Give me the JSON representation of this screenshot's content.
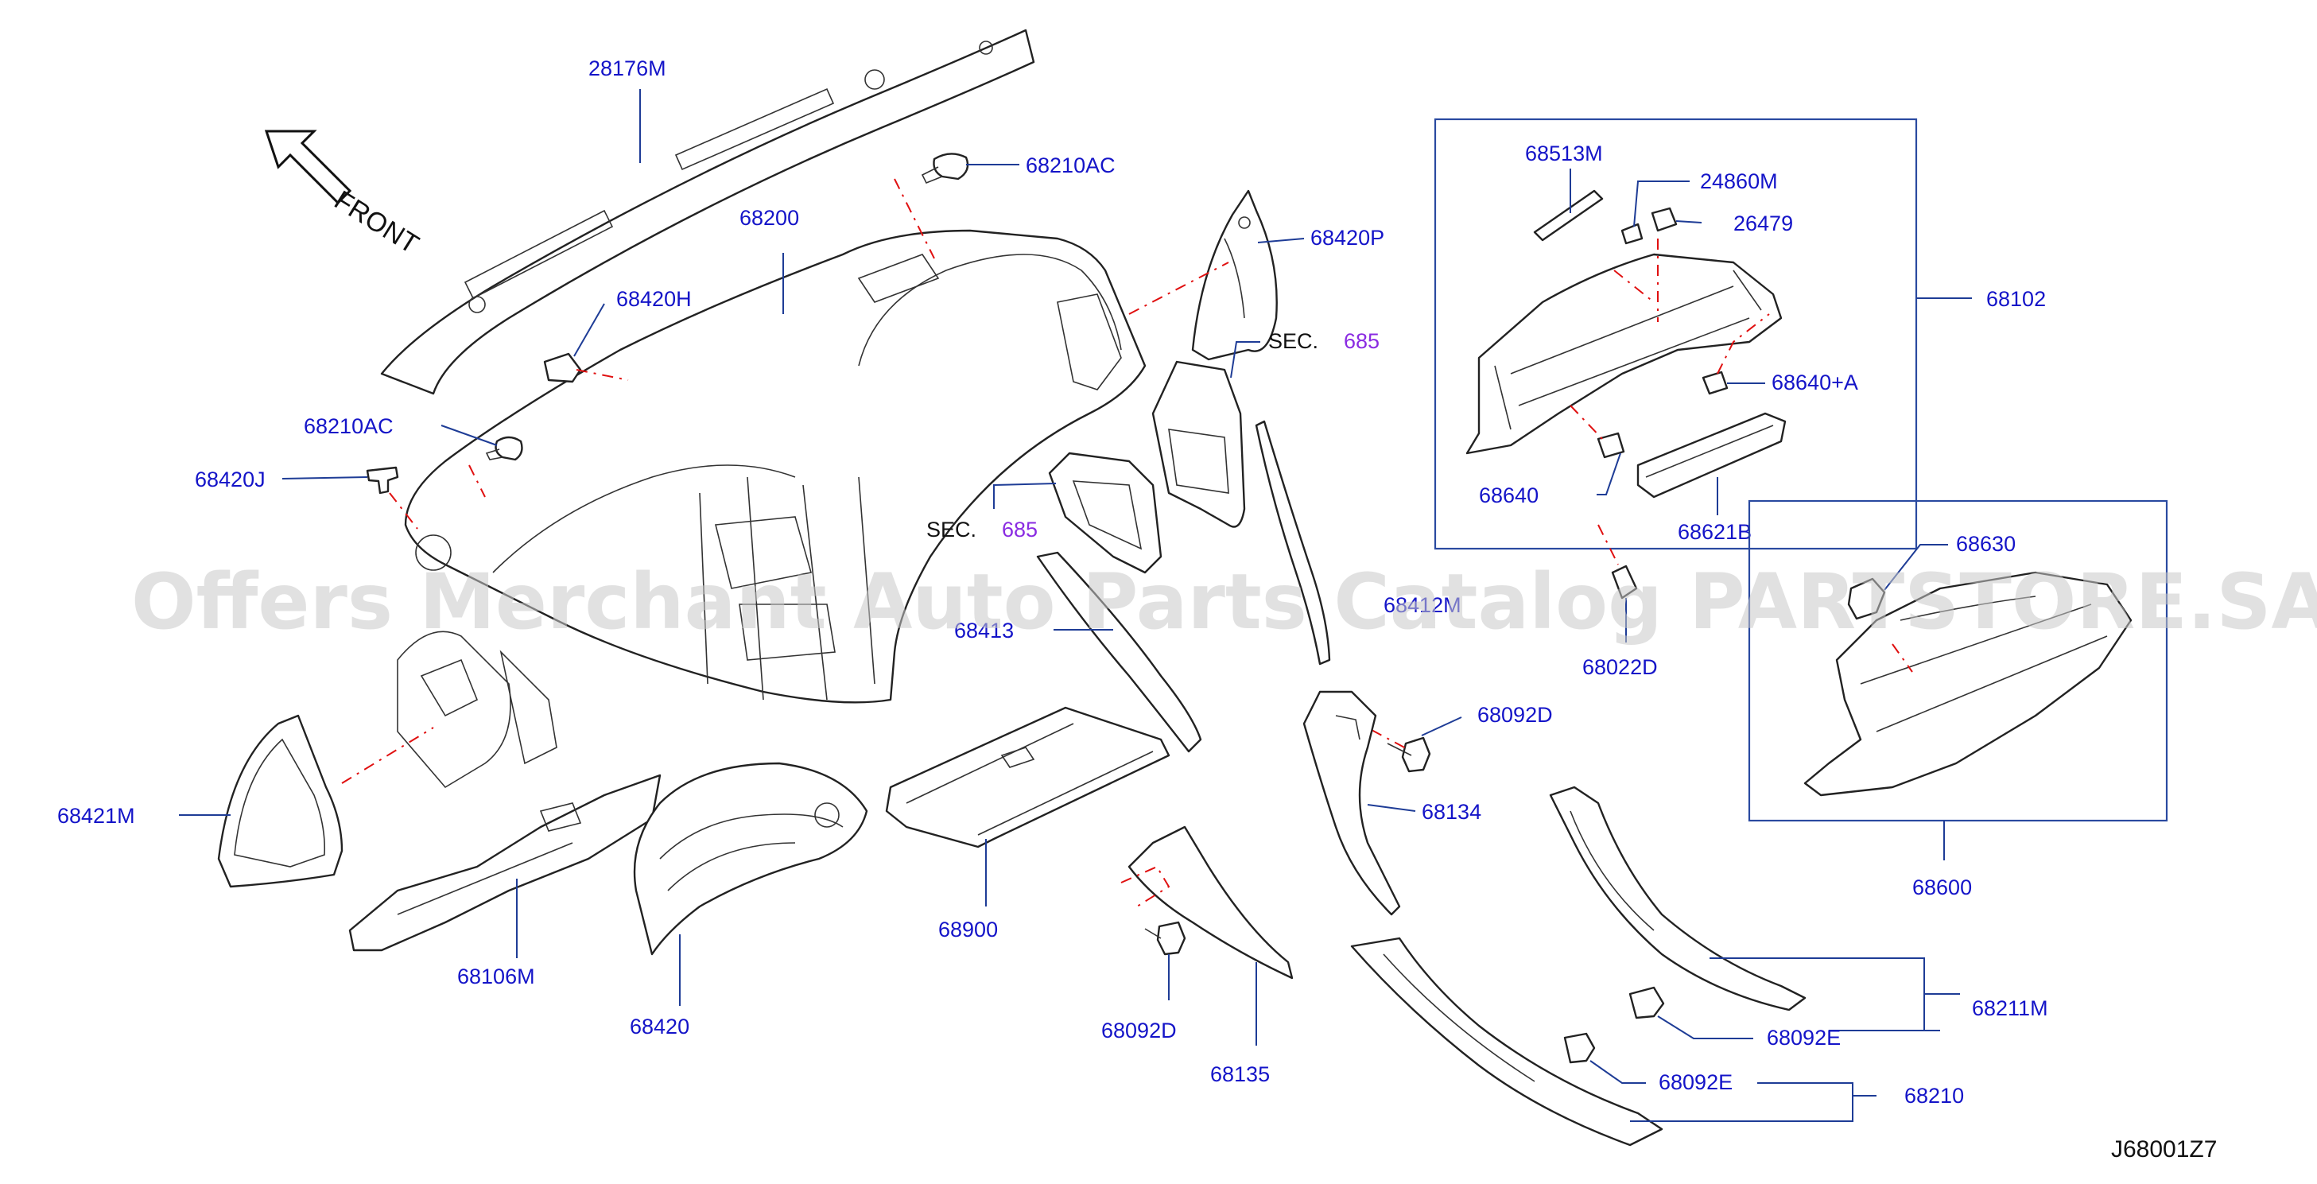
{
  "diagram": {
    "code": "J68001Z7",
    "front_label": "FRONT",
    "watermark": "Offers Merchant Auto Parts Catalog PARTSTORE.SA",
    "sec_label": "SEC.",
    "sec_number": "685",
    "labels": {
      "p28176M": "28176M",
      "p68210AC_top": "68210AC",
      "p68200": "68200",
      "p68420H": "68420H",
      "p68210AC_left": "68210AC",
      "p68420J": "68420J",
      "p68420P": "68420P",
      "p68513M": "68513M",
      "p24860M": "24860M",
      "p26479": "26479",
      "p68102": "68102",
      "p68640A": "68640+A",
      "p68640": "68640",
      "p68621B": "68621B",
      "p68630": "68630",
      "p68022D": "68022D",
      "p68600": "68600",
      "p68413": "68413",
      "p68412M": "68412M",
      "p68092D_right": "68092D",
      "p68134": "68134",
      "p68421M": "68421M",
      "p68106M": "68106M",
      "p68420": "68420",
      "p68900": "68900",
      "p68092D_bottom": "68092D",
      "p68135": "68135",
      "p68211M": "68211M",
      "p68092E_upper": "68092E",
      "p68092E_lower": "68092E",
      "p68210": "68210"
    }
  }
}
